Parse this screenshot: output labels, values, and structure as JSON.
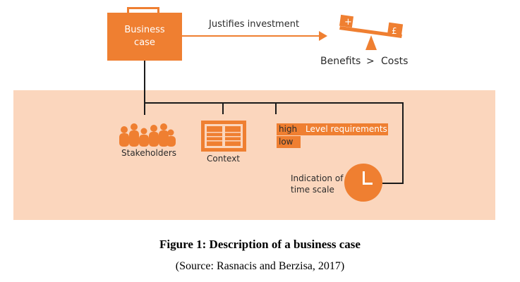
{
  "diagram": {
    "business_case": {
      "line1": "Business",
      "line2": "case"
    },
    "arrow_label": "Justifies investment",
    "scale": {
      "plus": "+",
      "pound": "£"
    },
    "benefits_label": "Benefits",
    "gt_symbol": ">",
    "costs_label": "Costs",
    "stakeholders_label": "Stakeholders",
    "context_label": "Context",
    "level": {
      "high": "high",
      "low": "low",
      "title": "Level requirements"
    },
    "time_scale": {
      "line1": "Indication of",
      "line2": "time scale"
    }
  },
  "caption": {
    "title": "Figure 1: Description of a business case",
    "source": "(Source: Rasnacis and Berzisa, 2017)"
  },
  "colors": {
    "orange": "#ef7f31",
    "band": "#fbd6bd",
    "line": "#1a1a1a"
  }
}
